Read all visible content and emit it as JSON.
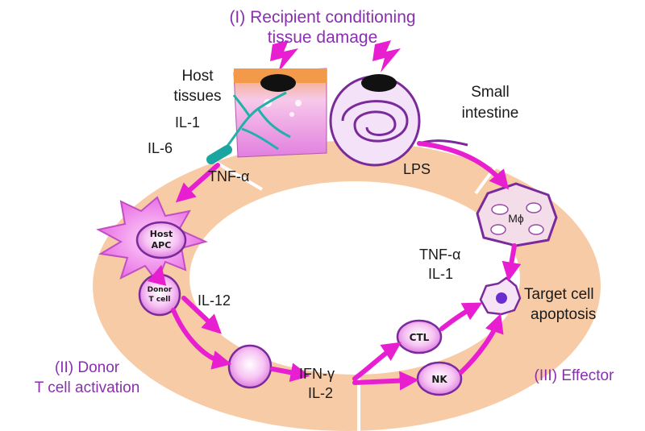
{
  "phases": {
    "one_line1": "(I) Recipient conditioning",
    "one_line2": "tissue damage",
    "two_line1": "(II) Donor",
    "two_line2": "T cell activation",
    "three": "(III) Effector"
  },
  "labels": {
    "host_tissues_1": "Host",
    "host_tissues_2": "tissues",
    "il1": "IL-1",
    "il6": "IL-6",
    "tnf_alpha": "TNF-α",
    "small_intestine_1": "Small",
    "small_intestine_2": "intestine",
    "lps": "LPS",
    "tnf_alpha_right": "TNF-α",
    "il1_right": "IL-1",
    "il12": "IL-12",
    "ifn_gamma": "IFN-γ",
    "il2": "IL-2",
    "target_1": "Target cell",
    "target_2": "apoptosis"
  },
  "cells": {
    "host_apc_1": "Host",
    "host_apc_2": "APC",
    "donor_t_1": "Donor",
    "donor_t_2": "T cell",
    "macrophage": "Mϕ",
    "ctl": "CTL",
    "nk": "NK"
  },
  "colors": {
    "ring": "#f7cba6",
    "arrow": "#e81fd0",
    "phase_text": "#8a2fb0",
    "cell_fill": "#f3b8f0",
    "cell_stroke": "#7a2a9a"
  }
}
